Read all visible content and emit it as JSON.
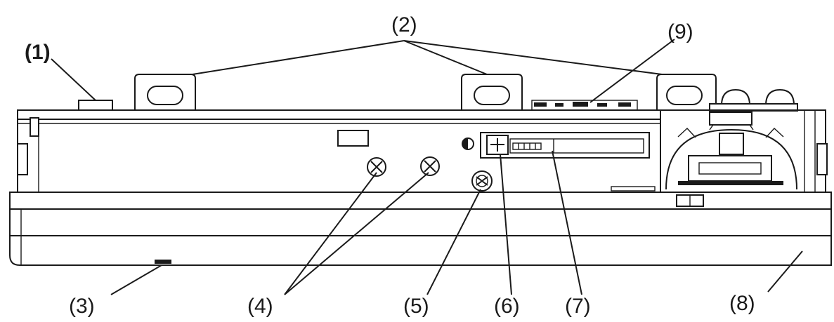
{
  "callouts": {
    "c1": "(1)",
    "c2": "(2)",
    "c3": "(3)",
    "c4": "(4)",
    "c5": "(5)",
    "c6": "(6)",
    "c7": "(7)",
    "c8": "(8)",
    "c9": "(9)"
  },
  "colors": {
    "line": "#1a1a1a",
    "background": "#ffffff"
  }
}
